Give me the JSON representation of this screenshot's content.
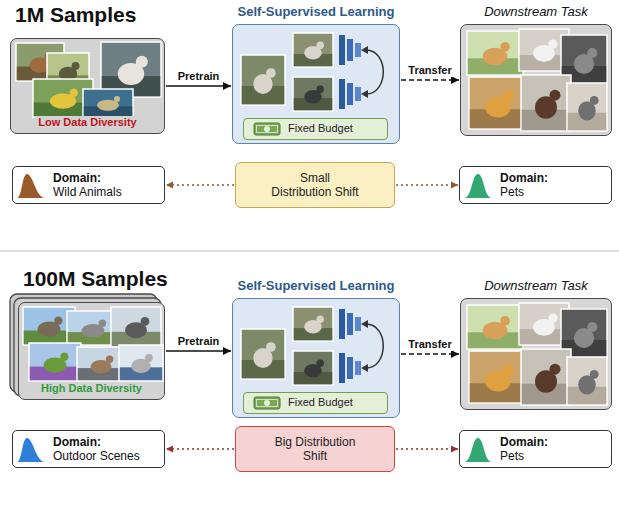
{
  "diagram": {
    "nodes": [
      {
        "text": [
          "1M Samples",
          "Low Data Diversity"
        ]
      },
      {
        "text": [
          "Self-Supervised Learning"
        ]
      },
      {
        "text": [
          "Fixed Budget"
        ],
        "in": 1
      },
      {
        "text": [
          "Downstream Task"
        ]
      },
      {
        "text": [
          "Domain:",
          "Wild Animals"
        ]
      },
      {
        "text": [
          "Small Distribution Shift"
        ]
      },
      {
        "text": [
          "Domain:",
          "Pets"
        ]
      },
      {
        "text": [
          "100M Samples",
          "High Data Diversity"
        ]
      },
      {
        "text": [
          "Self-Supervised Learning"
        ]
      },
      {
        "text": [
          "Fixed Budget"
        ],
        "in": 8
      },
      {
        "text": [
          "Downstream Task"
        ]
      },
      {
        "text": [
          "Domain:",
          "Outdoor Scenes"
        ]
      },
      {
        "text": [
          "Big Distribution Shift"
        ]
      },
      {
        "text": [
          "Domain:",
          "Pets"
        ]
      }
    ],
    "edges": [
      {
        "from": 0,
        "to": 1,
        "arrow": "to",
        "label": "Pretrain"
      },
      {
        "from": 1,
        "to": 3,
        "arrow": "to",
        "label": "Transfer"
      },
      {
        "from": 5,
        "to": 4,
        "arrow": "to"
      },
      {
        "from": 5,
        "to": 6,
        "arrow": "to"
      },
      {
        "from": 7,
        "to": 8,
        "arrow": "to",
        "label": "Pretrain"
      },
      {
        "from": 8,
        "to": 10,
        "arrow": "to",
        "label": "Transfer"
      },
      {
        "from": 12,
        "to": 11,
        "arrow": "to"
      },
      {
        "from": 12,
        "to": 13,
        "arrow": "to"
      }
    ]
  }
}
